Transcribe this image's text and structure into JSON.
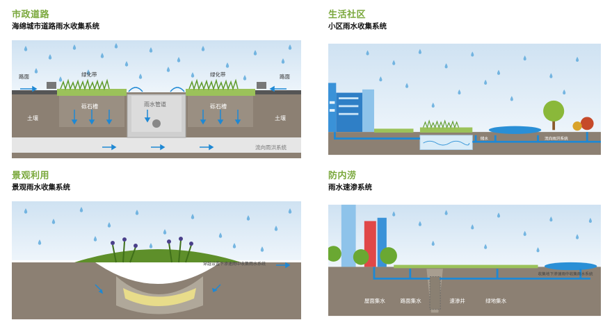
{
  "panels": [
    {
      "category": "市政道路",
      "subtitle": "海绵城市道路雨水收集系统",
      "labels": {
        "road_left": "路面",
        "green_left": "绿化带",
        "green_right": "绿化带",
        "road_right": "路面",
        "gravel_left": "砾石槽",
        "pipe": "雨水管道",
        "gravel_right": "砾石槽",
        "soil_left": "土壤",
        "soil_right": "土壤",
        "flow": "流向雨洪系统"
      }
    },
    {
      "category": "生活社区",
      "subtitle": "小区雨水收集系统",
      "labels": {
        "small_a": "储水",
        "small_b": "流向雨洪系统"
      }
    },
    {
      "category": "景观利用",
      "subtitle": "景观雨水收集系统",
      "labels": {
        "note": "穿越设置下渗速雨中收集雨水系统"
      }
    },
    {
      "category": "防内涝",
      "subtitle": "雨水速渗系统",
      "labels": {
        "roof": "屋面集水",
        "road": "路面集水",
        "well": "速渗井",
        "green": "绿地集水",
        "note": "收集地下渗速雨中收集雨水系统"
      }
    }
  ],
  "colors": {
    "category": "#7aa83c",
    "sky": "#dbe9f5",
    "soil": "#8c8073",
    "water": "#2a8fd6"
  }
}
